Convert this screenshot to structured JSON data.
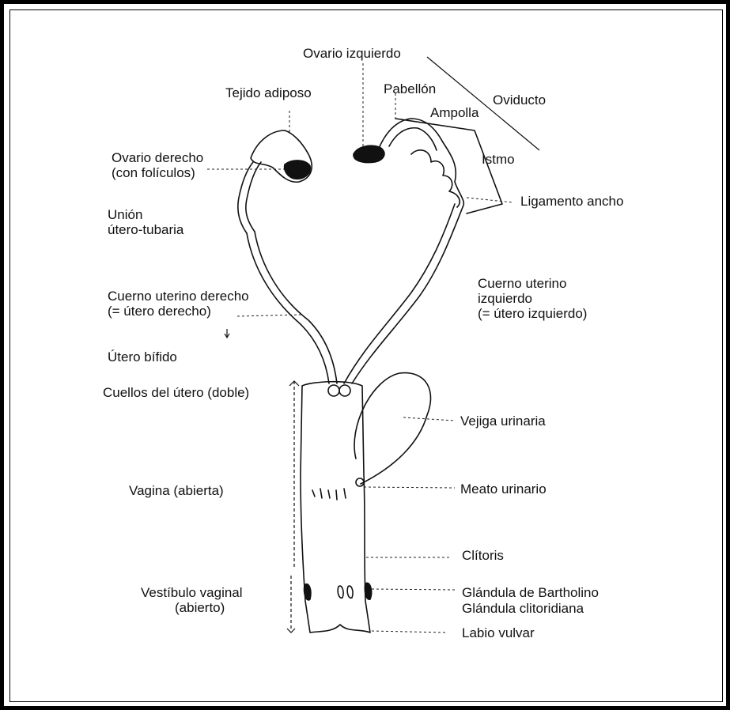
{
  "labels": {
    "ovario_izquierdo": "Ovario izquierdo",
    "pabellon": "Pabellón",
    "ampolla": "Ampolla",
    "oviducto": "Oviducto",
    "istmo": "Istmo",
    "tejido_adiposo": "Tejido adiposo",
    "ovario_derecho_1": "Ovario derecho",
    "ovario_derecho_2": "(con folículos)",
    "ligamento_ancho": "Ligamento ancho",
    "union_1": "Unión",
    "union_2": "útero-tubaria",
    "cuerno_der_1": "Cuerno uterino derecho",
    "cuerno_der_2": "(= útero derecho)",
    "cuerno_izq_1": "Cuerno uterino",
    "cuerno_izq_2": "izquierdo",
    "cuerno_izq_3": "(= útero izquierdo)",
    "utero_bifido": "Útero bífido",
    "cuellos": "Cuellos del útero (doble)",
    "vejiga": "Vejiga urinaria",
    "vagina": "Vagina (abierta)",
    "meato": "Meato urinario",
    "clitoris": "Clítoris",
    "vestibulo_1": "Vestíbulo vaginal",
    "vestibulo_2": "(abierto)",
    "bartholino": "Glándula de Bartholino",
    "clitoridiana": "Glándula clitoridiana",
    "labio": "Labio vulvar"
  }
}
